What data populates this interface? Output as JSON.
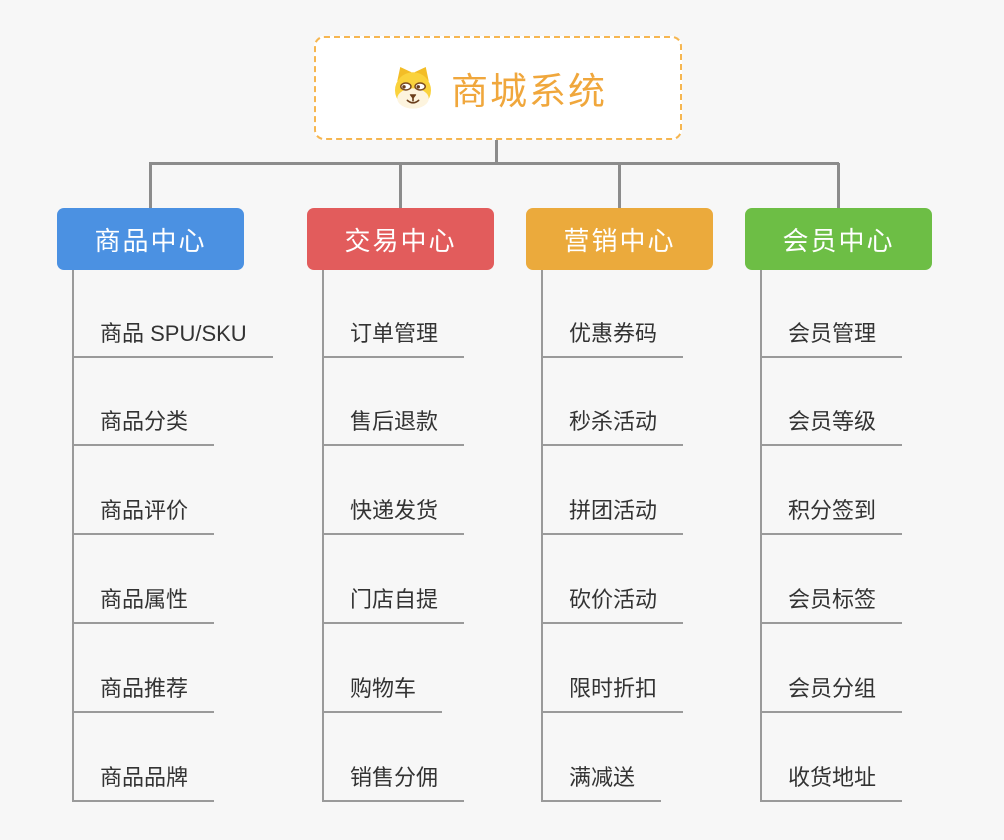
{
  "page": {
    "background": "#f7f7f7"
  },
  "root": {
    "title": "商城系统",
    "title_color": "#f0a73c",
    "border_color": "#f6b650",
    "icon": "dog-face-icon"
  },
  "colors": {
    "connector_line": "#8c8c8c",
    "leaf_underline": "#9a9a9a",
    "leaf_text": "#333333"
  },
  "branches": [
    {
      "label": "商品中心",
      "color": "#4b91e2",
      "items": [
        "商品 SPU/SKU",
        "商品分类",
        "商品评价",
        "商品属性",
        "商品推荐",
        "商品品牌"
      ]
    },
    {
      "label": "交易中心",
      "color": "#e25c5c",
      "items": [
        "订单管理",
        "售后退款",
        "快递发货",
        "门店自提",
        "购物车",
        "销售分佣"
      ]
    },
    {
      "label": "营销中心",
      "color": "#ebaa3c",
      "items": [
        "优惠券码",
        "秒杀活动",
        "拼团活动",
        "砍价活动",
        "限时折扣",
        "满减送"
      ]
    },
    {
      "label": "会员中心",
      "color": "#6dbe45",
      "items": [
        "会员管理",
        "会员等级",
        "积分签到",
        "会员标签",
        "会员分组",
        "收货地址"
      ]
    }
  ]
}
